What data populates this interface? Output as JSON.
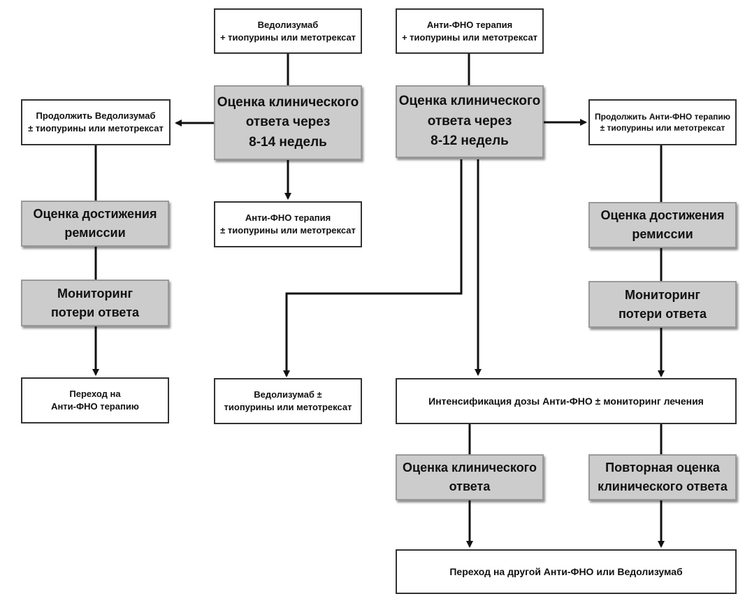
{
  "diagram": {
    "nodes": {
      "vedo_start": {
        "lines": [
          "Ведолизумаб",
          "+ тиопурины или метотрексат"
        ]
      },
      "antitnf_start": {
        "lines": [
          "Анти-ФНО терапия",
          "+ тиопурины или метотрексат"
        ]
      },
      "eval_left": {
        "lines": [
          "Оценка клинического",
          "ответа через",
          "8-14 недель"
        ]
      },
      "eval_right": {
        "lines": [
          "Оценка клинического",
          "ответа через",
          "8-12 недель"
        ]
      },
      "continue_vedo": {
        "lines": [
          "Продолжить  Ведолизумаб",
          "± тиопурины или метотрексат"
        ]
      },
      "continue_antitnf": {
        "lines": [
          "Продолжить Анти-ФНО терапию",
          "± тиопурины или метотрексат"
        ]
      },
      "antitnf_mid": {
        "lines": [
          "Анти-ФНО терапия",
          "± тиопурины или метотрексат"
        ]
      },
      "remission_left": {
        "lines": [
          "Оценка достижения",
          "ремиссии"
        ]
      },
      "remission_right": {
        "lines": [
          "Оценка достижения",
          "ремиссии"
        ]
      },
      "monitor_left": {
        "lines": [
          "Мониторинг",
          "потери ответа"
        ]
      },
      "monitor_right": {
        "lines": [
          "Мониторинг",
          "потери ответа"
        ]
      },
      "switch_antitnf": {
        "lines": [
          "Переход на",
          "Анти-ФНО терапию"
        ]
      },
      "vedo_mid": {
        "lines": [
          "Ведолизумаб ±",
          "тиопурины или метотрексат"
        ]
      },
      "intensify": {
        "lines": [
          "Интенсификация дозы Анти-ФНО ± мониторинг лечения"
        ]
      },
      "eval_clinical": {
        "lines": [
          "Оценка клинического",
          "ответа"
        ]
      },
      "reeval_clinical": {
        "lines": [
          "Повторная оценка",
          "клинического ответа"
        ]
      },
      "switch_other": {
        "lines": [
          "Переход на другой Анти-ФНО или Ведолизумаб"
        ]
      }
    }
  }
}
